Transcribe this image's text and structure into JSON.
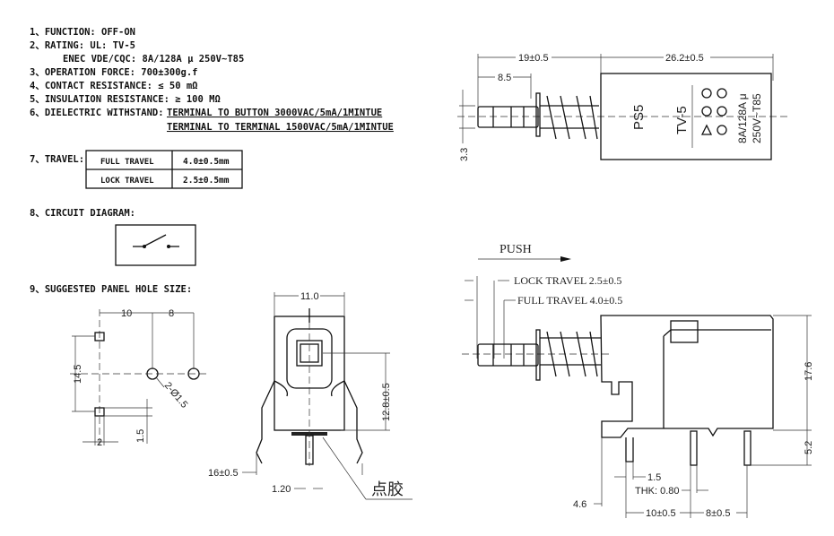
{
  "specs": {
    "function": "1、FUNCTION:   OFF-ON",
    "rating": "2、RATING:   UL:   TV-5",
    "rating_enec": "ENEC VDE/CQC:   8A/128A μ 250V~T85",
    "operation_force": "3、OPERATION FORCE: 700±300g.f",
    "contact_resistance": "4、CONTACT RESISTANCE: ≤ 50 mΩ",
    "insulation_resistance": "5、INSULATION RESISTANCE: ≥ 100 MΩ",
    "dielectric_label": "6、DIELECTRIC WITHSTAND:",
    "dielectric_1": "TERMINAL TO BUTTON 3000VAC/5mA/1MINTUE",
    "dielectric_2": "TERMINAL TO TERMINAL 1500VAC/5mA/1MINTUE",
    "travel_label": "7、TRAVEL:",
    "travel_table": [
      {
        "name": "FULL TRAVEL",
        "value": "4.0±0.5mm"
      },
      {
        "name": "LOCK TRAVEL",
        "value": "2.5±0.5mm"
      }
    ],
    "circuit_label": "8、CIRCUIT DIAGRAM:",
    "panel_label": "9、SUGGESTED PANEL HOLE SIZE:"
  },
  "panel_dims": {
    "d10": "10",
    "d8": "8",
    "d14_5": "14.5",
    "d2": "2",
    "d1_5": "1.5",
    "holes": "2-Ø1.5"
  },
  "front_view": {
    "width": "11.0",
    "height": "12.8±0.5",
    "pin_spacing": "16±0.5",
    "pin_width": "1.20",
    "glue": "点胶"
  },
  "top_view": {
    "d19": "19±0.5",
    "d26": "26.2±0.5",
    "d8_5": "8.5",
    "d3_3": "3.3",
    "marking": [
      "PS5",
      "TV-5",
      "8A/128A μ",
      "250V~T85"
    ]
  },
  "side_view": {
    "push": "PUSH",
    "lock_travel": "LOCK TRAVEL 2.5±0.5",
    "full_travel": "FULL TRAVEL 4.0±0.5",
    "d17_6": "17.6",
    "d5_2": "5.2",
    "d4_6": "4.6",
    "d1_5": "1.5",
    "thk": "THK: 0.80",
    "d10": "10±0.5",
    "d8": "8±0.5"
  }
}
